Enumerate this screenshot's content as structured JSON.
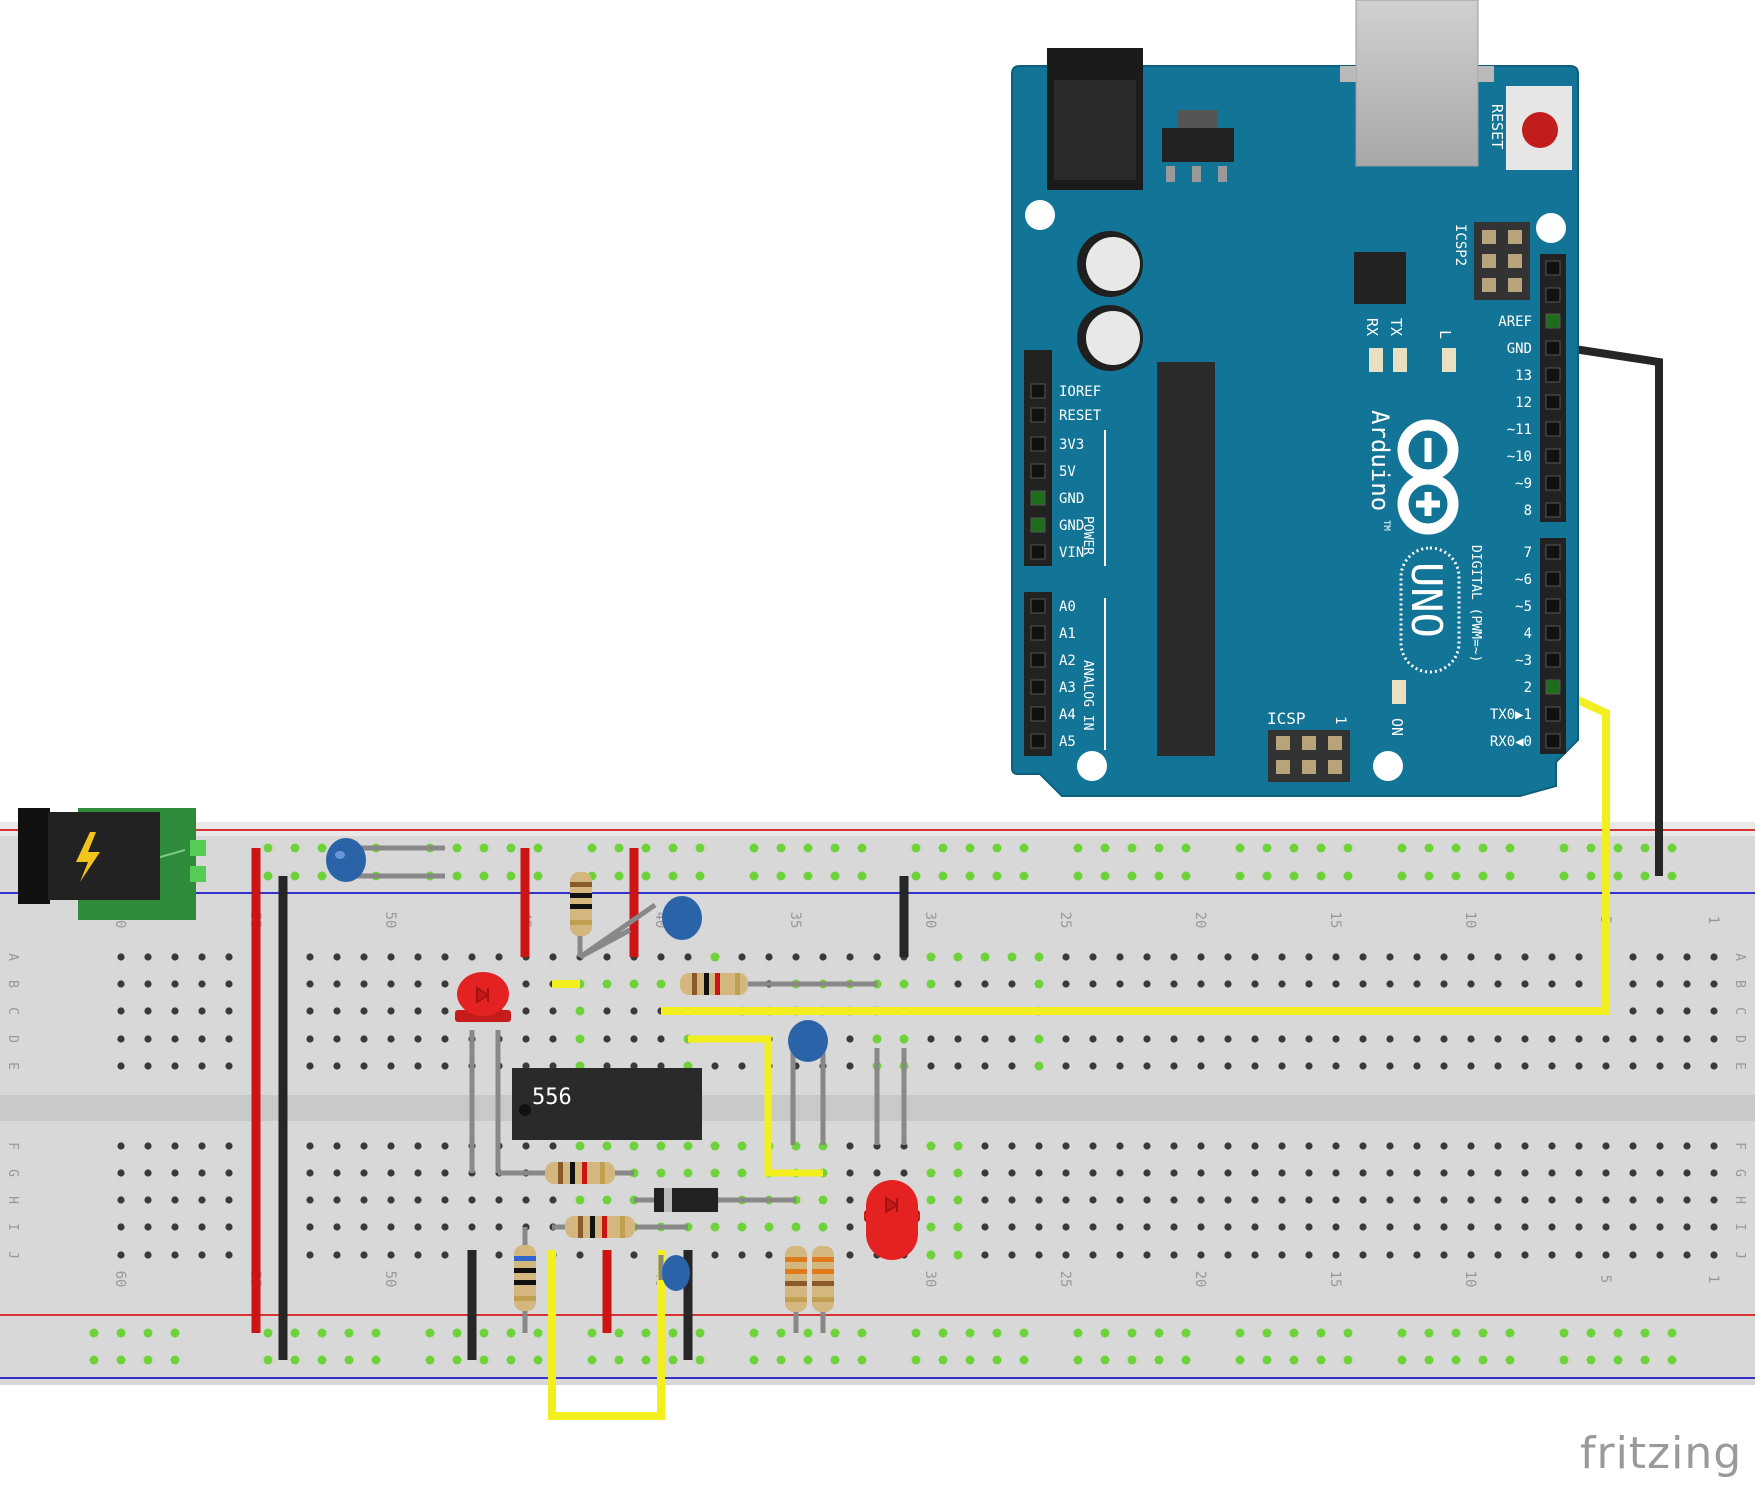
{
  "arduino": {
    "reset_label": "RESET",
    "icsp2_label": "ICSP2",
    "icsp_label": "ICSP",
    "icsp_pin1": "1",
    "tx_label": "TX",
    "rx_label": "RX",
    "l_label": "L",
    "on_label": "ON",
    "brand_name": "Arduino",
    "tm": "TM",
    "model": "UNO",
    "power_group": "POWER",
    "analog_group": "ANALOG IN",
    "digital_group": "DIGITAL (PWM=~)",
    "power_pins": [
      "IOREF",
      "RESET",
      "3V3",
      "5V",
      "GND",
      "GND",
      "VIN"
    ],
    "analog_pins": [
      "A0",
      "A1",
      "A2",
      "A3",
      "A4",
      "A5"
    ],
    "digital_upper_pins": [
      "AREF",
      "GND",
      "13",
      "12",
      "~11",
      "~10",
      "~9",
      "8"
    ],
    "digital_lower_pins": [
      "7",
      "~6",
      "~5",
      "4",
      "~3",
      "2",
      "TX0▶1",
      "RX0◀0"
    ]
  },
  "breadboard": {
    "row_letters": [
      "A",
      "B",
      "C",
      "D",
      "E",
      "F",
      "G",
      "H",
      "I",
      "J"
    ],
    "column_numbers": [
      "1",
      "5",
      "10",
      "15",
      "20",
      "25",
      "30",
      "35",
      "40",
      "45",
      "50",
      "55",
      "60"
    ]
  },
  "chip": {
    "label": "556"
  },
  "brand": {
    "label": "fritzing"
  },
  "colors": {
    "board_blue": "#127597",
    "wire_red": "#cc1414",
    "wire_black": "#262626",
    "wire_yellow": "#f3ee1d",
    "led_red": "#e52222",
    "capacitor_blue": "#2a63a8",
    "breadboard": "#d9d9d9",
    "rail_red": "#d63333",
    "rail_blue": "#3333cc",
    "active_hole": "#6ed33a"
  }
}
